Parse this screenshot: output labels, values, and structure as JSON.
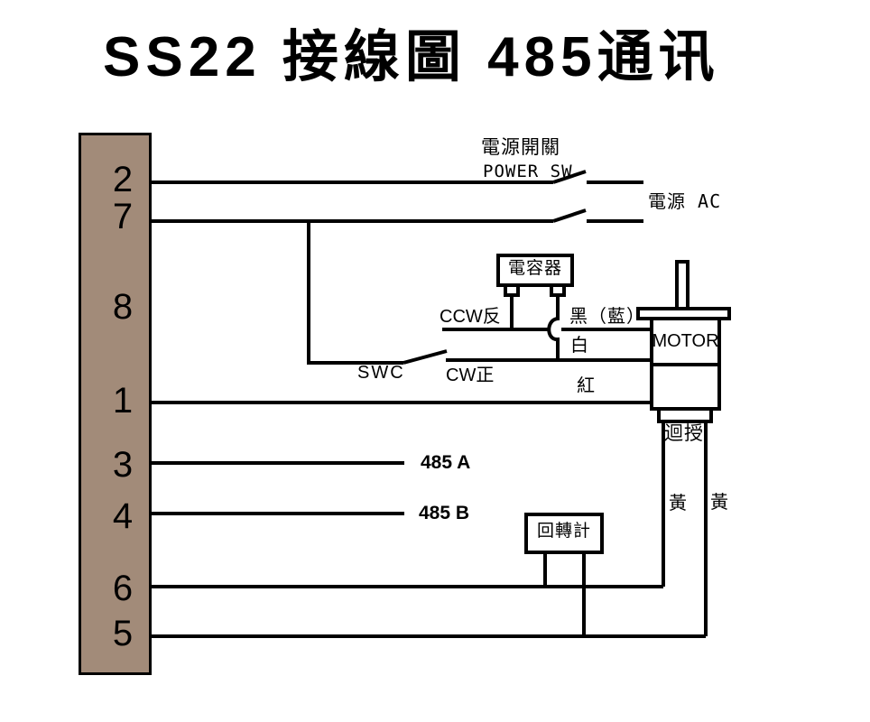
{
  "title": "SS22 接線圖 485通讯",
  "colors": {
    "background": "#ffffff",
    "line": "#000000",
    "connector_fill": "#a28b79"
  },
  "controller": {
    "pins": [
      {
        "number": "2"
      },
      {
        "number": "7"
      },
      {
        "number": "8"
      },
      {
        "number": "1"
      },
      {
        "number": "3"
      },
      {
        "number": "4"
      },
      {
        "number": "6"
      },
      {
        "number": "5"
      }
    ]
  },
  "power": {
    "switch_label_zh": "電源開關",
    "switch_label_en": "POWER SW",
    "ac_label": "電源 AC"
  },
  "direction_switch": {
    "ccw_label": "CCW反",
    "swc_label": "SWC",
    "cw_label": "CW正"
  },
  "motor": {
    "label": "MOTOR",
    "capacitor_label": "電容器",
    "black_wire_label": "黑（藍）",
    "white_wire_label": "白",
    "red_wire_label": "紅",
    "feedback_label": "迴授",
    "yellow_wire_left_label": "黃",
    "yellow_wire_right_label": "黃"
  },
  "rs485": {
    "line_a_label": "485 A",
    "line_b_label": "485 B"
  },
  "tachometer": {
    "label": "回轉計"
  }
}
